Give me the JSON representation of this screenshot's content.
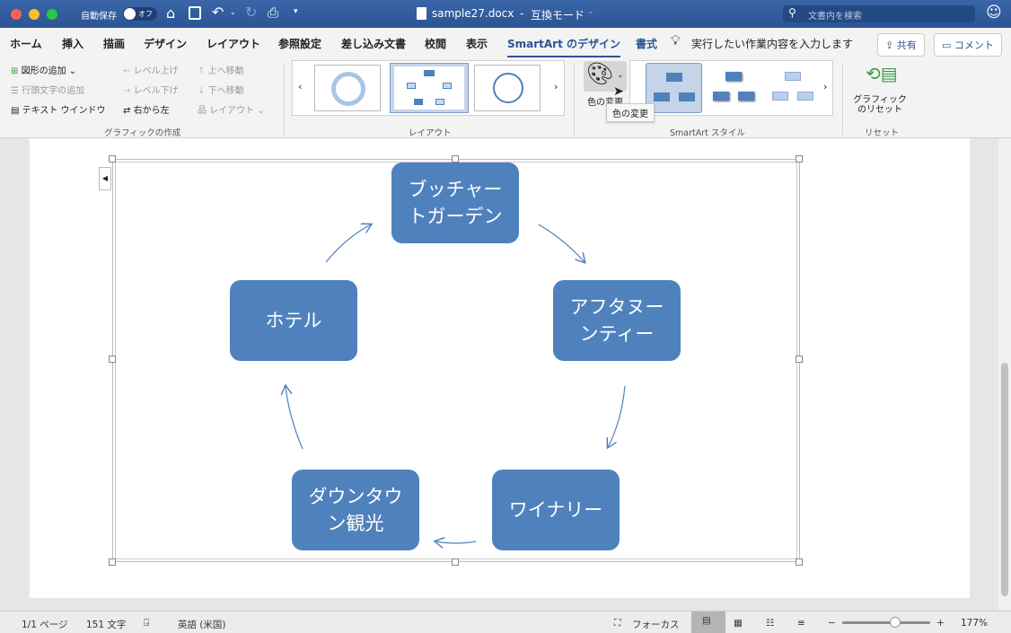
{
  "titlebar": {
    "autosave_label": "自動保存",
    "autosave_state": "オフ",
    "filename": "sample27.docx",
    "mode": "互換モード",
    "search_placeholder": "文書内を検索"
  },
  "tabs": [
    "ホーム",
    "挿入",
    "描画",
    "デザイン",
    "レイアウト",
    "参照設定",
    "差し込み文書",
    "校閲",
    "表示",
    "SmartArt のデザイン",
    "書式"
  ],
  "tell_me": "実行したい作業内容を入力します",
  "share": "共有",
  "comment": "コメント",
  "ribbon": {
    "create": {
      "add_shape": "図形の追加",
      "add_bullet": "行頭文字の追加",
      "text_pane": "テキスト ウインドウ",
      "promote": "レベル上げ",
      "demote": "レベル下げ",
      "rtl": "右から左",
      "move_up": "上へ移動",
      "move_down": "下へ移動",
      "layout": "レイアウト",
      "group": "グラフィックの作成"
    },
    "layout_group": "レイアウト",
    "change_colors": "色の変更",
    "tooltip": "色の変更",
    "styles_group": "SmartArt スタイル",
    "reset": "グラフィック\nのリセット",
    "reset_line1": "グラフィック",
    "reset_line2": "のリセット",
    "reset_group": "リセット"
  },
  "smartart": {
    "color": "#4f81bd",
    "nodes": [
      {
        "line1": "ブッチャー",
        "line2": "トガーデン"
      },
      {
        "line1": "アフタヌー",
        "line2": "ンティー"
      },
      {
        "line1": "ワイナリー",
        "line2": ""
      },
      {
        "line1": "ダウンタウ",
        "line2": "ン観光"
      },
      {
        "line1": "ホテル",
        "line2": ""
      }
    ]
  },
  "status": {
    "page": "1/1 ページ",
    "words": "151 文字",
    "language": "英語 (米国)",
    "focus": "フォーカス",
    "zoom": "177%",
    "zoom_fraction": 0.6
  }
}
